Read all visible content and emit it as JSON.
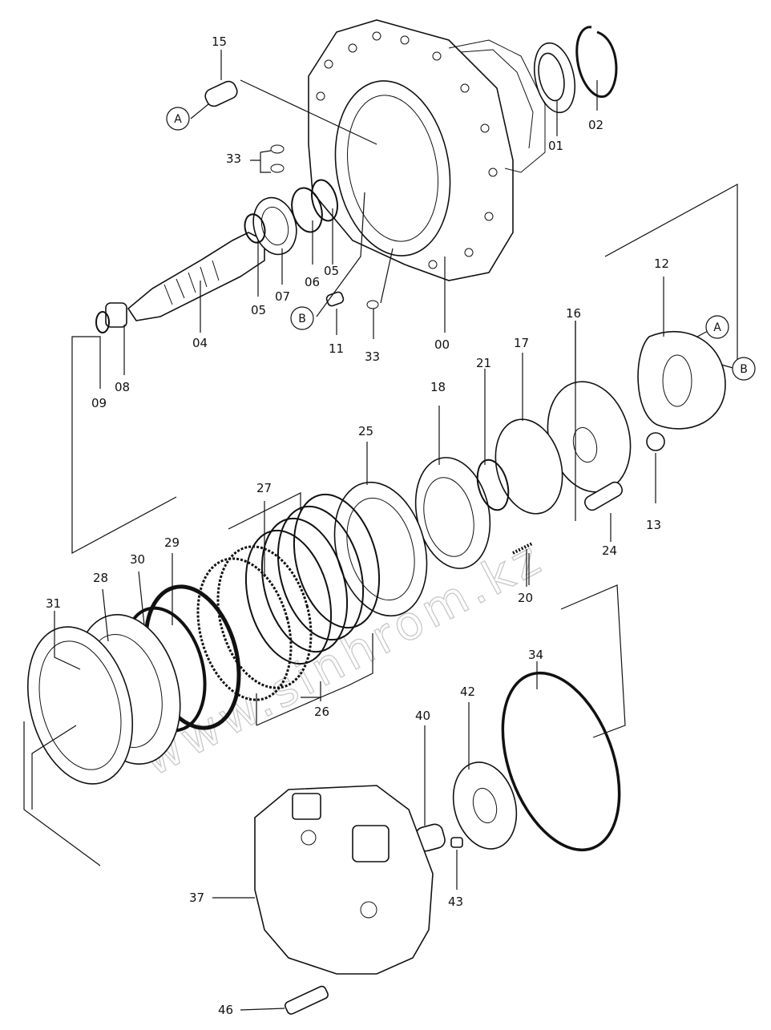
{
  "watermark": "www.sinhrom.kz",
  "callouts": {
    "A": "A",
    "B": "B"
  },
  "labels": {
    "p00": "00",
    "p01": "01",
    "p02": "02",
    "p04": "04",
    "p05a": "05",
    "p05b": "05",
    "p06": "06",
    "p07": "07",
    "p08": "08",
    "p09": "09",
    "p11": "11",
    "p12": "12",
    "p13": "13",
    "p15": "15",
    "p16": "16",
    "p17": "17",
    "p18": "18",
    "p20": "20",
    "p21": "21",
    "p24": "24",
    "p25": "25",
    "p26": "26",
    "p27": "27",
    "p28": "28",
    "p29": "29",
    "p30": "30",
    "p31": "31",
    "p33a": "33",
    "p33b": "33",
    "p34": "34",
    "p37": "37",
    "p40": "40",
    "p42": "42",
    "p43": "43",
    "p46": "46"
  }
}
